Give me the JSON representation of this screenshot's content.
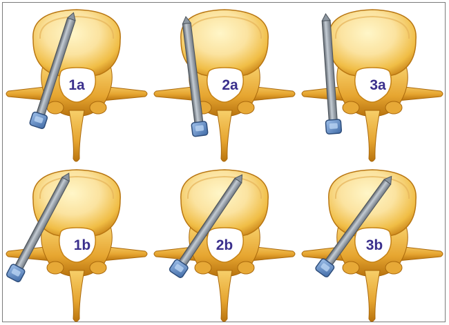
{
  "panels": [
    {
      "label": "1a"
    },
    {
      "label": "2a"
    },
    {
      "label": "3a"
    },
    {
      "label": "1b"
    },
    {
      "label": "2b"
    },
    {
      "label": "3b"
    }
  ],
  "colors": {
    "bone_light": "#fbe9a6",
    "bone_mid": "#f0bd45",
    "bone_dark": "#b8730e",
    "screw_metal": "#8c96a0",
    "screw_head": "#5c83b8",
    "canal": "#ffffff",
    "label": "#3a2f8c"
  }
}
